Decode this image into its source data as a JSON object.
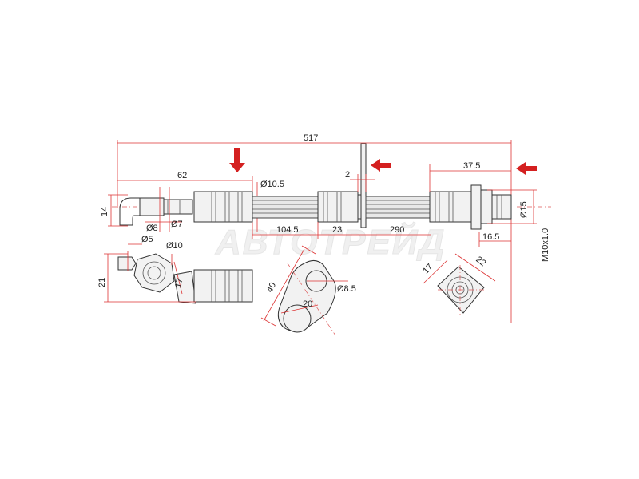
{
  "watermark": "АВТОТРЕЙД",
  "dimensions": {
    "overall_length": "517",
    "left_fitting_length": "62",
    "flange_thickness": "2",
    "right_fitting_length": "37.5",
    "hose_dia": "Ø10.5",
    "end_height": "14",
    "dia_8": "Ø8",
    "dia_7": "Ø7",
    "seg_104_5": "104.5",
    "seg_23": "23",
    "seg_290": "290",
    "dia_15": "Ø15",
    "thread": "M10x1.0",
    "right_16_5": "16.5",
    "dia_5": "Ø5",
    "dia_10": "Ø10",
    "height_21": "21",
    "hex_17": "17",
    "bracket_40": "40",
    "bracket_20": "20",
    "bracket_hole": "Ø8.5",
    "nut_17": "17",
    "nut_22": "22"
  },
  "icons": {
    "arrow": "red-arrow-icon"
  },
  "colors": {
    "arrow": "#d42020",
    "dimension_line": "#d33333"
  }
}
